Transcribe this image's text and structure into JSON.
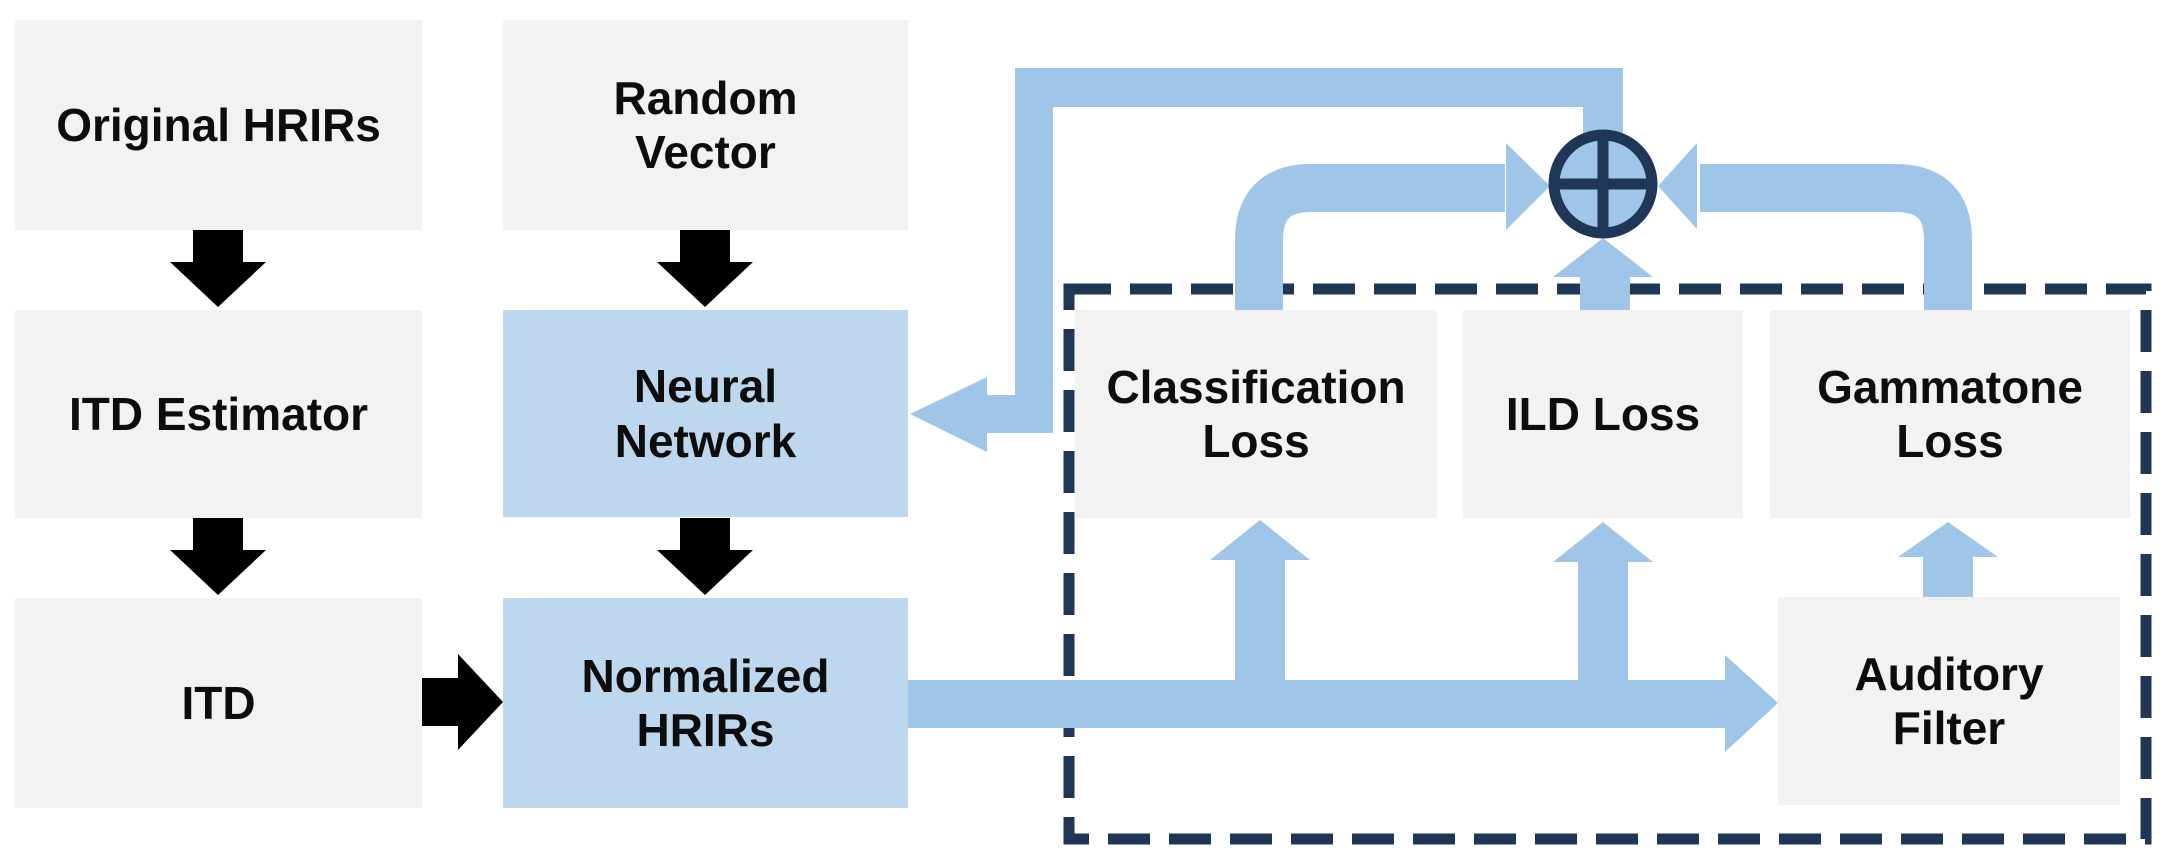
{
  "figure": {
    "description": "HRIR normalization training diagram",
    "boxes": {
      "original": {
        "label": "Original HRIRs"
      },
      "itd_estimator": {
        "label": "ITD Estimator"
      },
      "itd": {
        "label": "ITD"
      },
      "random_vector": {
        "label": "Random\nVector"
      },
      "neural_network": {
        "label": "Neural\nNetwork"
      },
      "normalized_hrirs": {
        "label": "Normalized\nHRIRs"
      },
      "classification_loss": {
        "label": "Classification\nLoss"
      },
      "ild_loss": {
        "label": "ILD Loss"
      },
      "gammatone_loss": {
        "label": "Gammatone\nLoss"
      },
      "auditory_filter": {
        "label": "Auditory\nFilter"
      }
    },
    "sum_node": {
      "icon": "circled-plus-icon"
    },
    "colors": {
      "box_gray": "#f2f2f2",
      "box_blue": "#bdd7ee",
      "arrow_blue": "#9fc5e8",
      "navy": "#1f3656",
      "black": "#000000",
      "text": "#0d0d0d"
    }
  }
}
